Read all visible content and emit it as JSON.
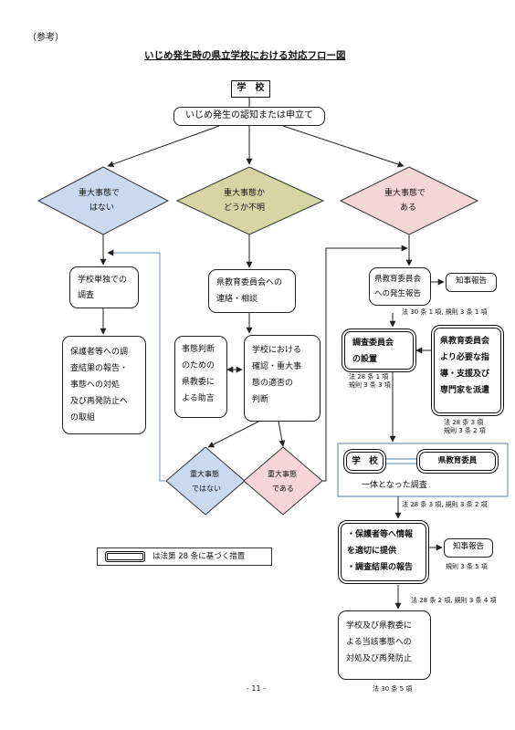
{
  "note": "（参考）",
  "title": "いじめ発生時の県立学校における対応フロー図",
  "school_header": "学　校",
  "start": "いじめ発生の認知または申立て",
  "diamonds": {
    "left": [
      "重大事態で",
      "はない"
    ],
    "middle": [
      "重大事態か",
      "どうか不明"
    ],
    "right": [
      "重大事態で",
      "ある"
    ],
    "lower_left": [
      "重大事態",
      "ではない"
    ],
    "lower_right": [
      "重大事態",
      "である"
    ]
  },
  "left_col": {
    "school_survey": [
      "学校単独での",
      "調査"
    ],
    "report_steps": [
      "保護者等への調",
      "査結果の報告・",
      "事態への対処",
      "及び再発防止へ",
      "の取組"
    ]
  },
  "mid_col": {
    "consult": [
      "県教育委員会への",
      "連絡・相談"
    ],
    "advice": [
      "事態判断",
      "のための",
      "県教委に",
      "よる助言"
    ],
    "judgement": [
      "学校における",
      "確認・重大事",
      "態の適否の",
      "判断"
    ]
  },
  "right_col": {
    "occurrence_report": [
      "県教育委員会",
      "への発生報告"
    ],
    "governor_report_1": "知事報告",
    "law_1": "法 30 条 1 項, 規則 3 条 1 項",
    "committee": [
      "調査委員会",
      "の設置"
    ],
    "law_2": [
      "法 28 条 1 項",
      "規則 3 条 3 項"
    ],
    "dispatch": [
      "県教育委員会",
      "より必要な指",
      "導・支援及び",
      "専門家を派遣"
    ],
    "law_3": [
      "法 28 条 3 項",
      "規則 3 条 2 項"
    ],
    "school_box": "学　校",
    "board_box": "県教育委員",
    "joint_survey": "一体となった調査",
    "law_4": "法 28 条 3 項, 規則 3 条 2 項",
    "info_provide": [
      "・保護者等へ情報",
      "を適切に提供",
      "・調査結果の報告"
    ],
    "governor_report_2": "知事報告",
    "law_5": "規則 3 条 5 項",
    "law_6": "法 28 条 2 項, 規則 3 条 4 項",
    "final": [
      "学校及び県教委に",
      "よる当該事態への",
      "対処及び再発防止"
    ],
    "law_7": "法 30 条 5 項"
  },
  "legend": "は法第 28 条に基づく措置",
  "page_number": "- 11 -",
  "colors": {
    "blue_diamond": "#c9d9ef",
    "olive_diamond": "#d7d5a4",
    "pink_diamond": "#f6d5d9",
    "feedback_line": "#6e8fb5"
  }
}
